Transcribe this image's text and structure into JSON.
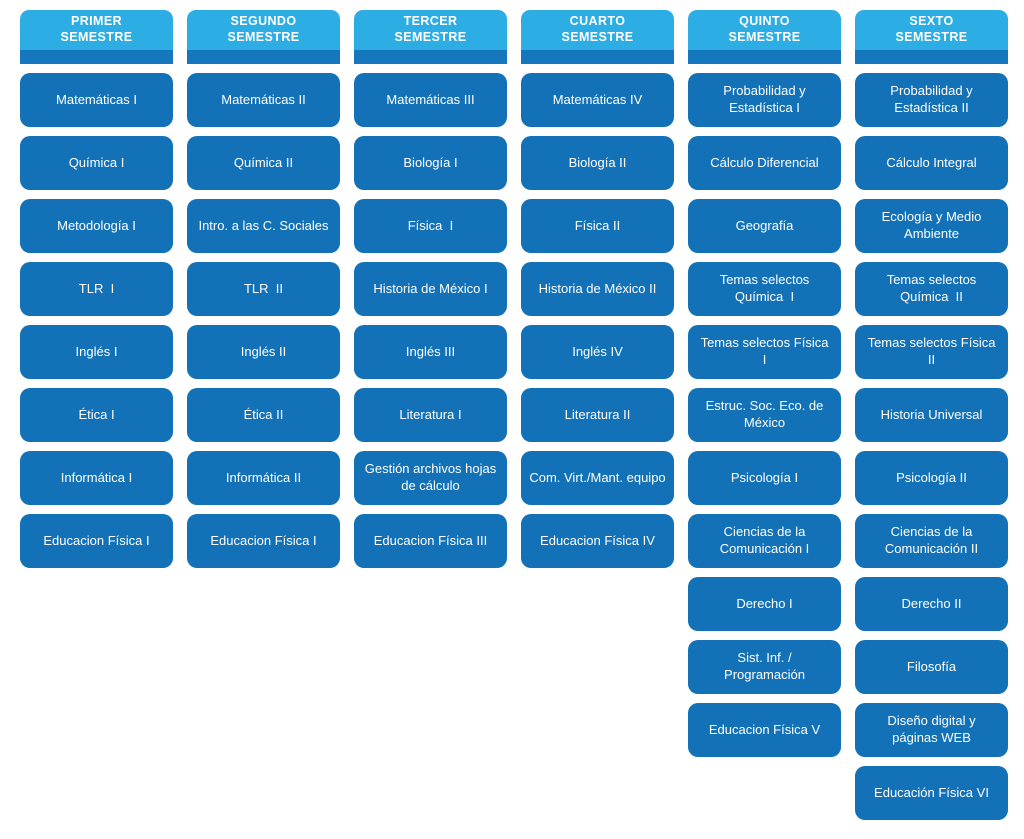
{
  "colors": {
    "header_bg": "#2CAEE5",
    "header_strip": "#1577BD",
    "card_bg": "#1271B7",
    "text": "#ffffff",
    "page_bg": "#ffffff"
  },
  "semesters": [
    {
      "title": "PRIMER\nSEMESTRE",
      "courses": [
        "Matemáticas I",
        "Química I",
        "Metodología I",
        "TLR  I",
        "Inglés I",
        "Ética I",
        "Informática I",
        "Educacion Física I"
      ]
    },
    {
      "title": "SEGUNDO\nSEMESTRE",
      "courses": [
        "Matemáticas II",
        "Química II",
        "Intro. a las C. Sociales",
        "TLR  II",
        "Inglés II",
        "Ética II",
        "Informática II",
        "Educacion Física I"
      ]
    },
    {
      "title": "TERCER\nSEMESTRE",
      "courses": [
        "Matemáticas III",
        "Biología I",
        "Física  I",
        "Historia de México I",
        "Inglés III",
        "Literatura I",
        "Gestión archivos hojas de cálculo",
        "Educacion Física III"
      ]
    },
    {
      "title": "CUARTO\nSEMESTRE",
      "courses": [
        "Matemáticas IV",
        "Biología II",
        "Física II",
        "Historia de México II",
        "Inglés IV",
        "Literatura II",
        "Com. Virt./Mant. equipo",
        "Educacion Física IV"
      ]
    },
    {
      "title": "QUINTO\nSEMESTRE",
      "courses": [
        "Probabilidad y Estadística I",
        "Cálculo Diferencial",
        "Geografía",
        "Temas selectos Química  I",
        "Temas selectos Física  I",
        "Estruc. Soc. Eco. de México",
        "Psicología I",
        "Ciencias de la Comunicación I",
        "Derecho I",
        "Sist. Inf. / Programación",
        "Educacion Física V"
      ]
    },
    {
      "title": "SEXTO\nSEMESTRE",
      "courses": [
        "Probabilidad y Estadística II",
        "Cálculo Integral",
        "Ecología y Medio Ambiente",
        "Temas selectos Química  II",
        "Temas selectos Física  II",
        "Historia Universal",
        "Psicología II",
        "Ciencias de la Comunicación II",
        "Derecho II",
        "Filosofía",
        "Diseño digital y páginas WEB",
        "Educación Física VI"
      ]
    }
  ]
}
